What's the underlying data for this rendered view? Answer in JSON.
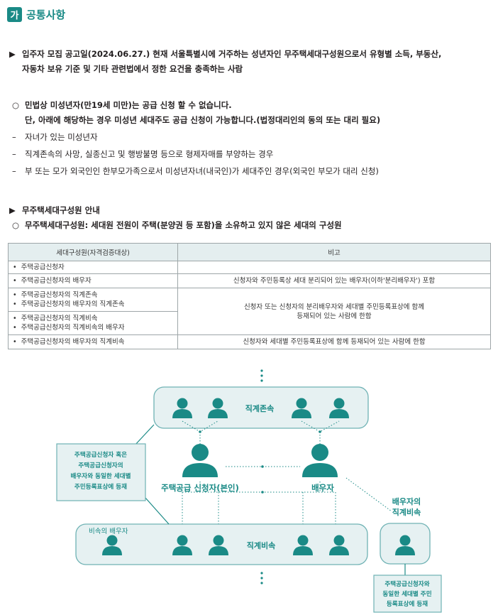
{
  "section": {
    "badge": "가",
    "title": "공통사항"
  },
  "eligibility": {
    "marker": "▶",
    "line1": "입주자 모집 공고일(2024.06.27.) 현재 서울특별시에 거주하는 성년자인 무주택세대구성원으로서 유형별 소득, 부동산,",
    "line2": "자동차 보유 기준 및 기타 관련법에서 정한 요건을 충족하는 사람"
  },
  "minor": {
    "marker": "○",
    "line1": "민법상 미성년자(만19세 미만)는 공급 신청 할 수 없습니다.",
    "line2": "단, 아래에 해당하는 경우 미성년 세대주도 공급 신청이 가능합니다.(법정대리인의 동의 또는 대리 필요)",
    "dash": "–",
    "items": [
      "자녀가 있는 미성년자",
      "직계존속의 사망, 실종신고 및 행방불명 등으로 형제자매를 부양하는 경우",
      "부 또는 모가 외국인인 한부모가족으로서 미성년자녀(내국인)가 세대주인 경우(외국인 부모가 대리 신청)"
    ]
  },
  "household": {
    "marker": "▶",
    "title": "무주택세대구성원 안내",
    "def_marker": "○",
    "definition": "무주택세대구성원: 세대원 전원이 주택(분양권 등 포함)을 소유하고 있지 않은 세대의 구성원"
  },
  "table": {
    "headers": [
      "세대구성원(자격검증대상)",
      "비고"
    ],
    "rows": [
      {
        "members": [
          "주택공급신청자"
        ],
        "note": ""
      },
      {
        "members": [
          "주택공급신청자의 배우자"
        ],
        "note": "신청자와 주민등록상 세대 분리되어 있는 배우자(이하'분리배우자') 포함"
      },
      {
        "members": [
          "주택공급신청자의 직계존속",
          "주택공급신청자의 배우자의 직계존속"
        ],
        "note_lines": [
          "신청자 또는 신청자의 분리배우자와 세대별 주민등록표상에 함께",
          "등재되어 있는 사람에 한함"
        ]
      },
      {
        "members": [
          "주택공급신청자의 직계비속",
          "주택공급신청자의 직계비속의 배우자"
        ]
      },
      {
        "members": [
          "주택공급신청자의 배우자의 직계비속"
        ],
        "note": "신청자와 세대별 주민등록표상에 함께 등재되어 있는 사람에 한함"
      }
    ]
  },
  "diagram": {
    "ascendants": "직계존속",
    "applicant": "주택공급 신청자(본인)",
    "spouse": "배우자",
    "descendants": "직계비속",
    "descendant_spouse": "비속의 배우자",
    "spouse_descendant": [
      "배우자의",
      "직계비속"
    ],
    "callout_left": [
      "주택공급신청자 혹은",
      "주택공급신청자의",
      "배우자와 동일한 세대별",
      "주민등록표상에 등재"
    ],
    "callout_right": [
      "주택공급신청자와",
      "동일한 세대별 주민",
      "등록표상에 등재"
    ],
    "colors": {
      "teal": "#1a8a86",
      "box_fill": "#e6f1f2",
      "box_stroke": "#6fb2b4",
      "callout_fill": "#e6f1f2"
    }
  }
}
